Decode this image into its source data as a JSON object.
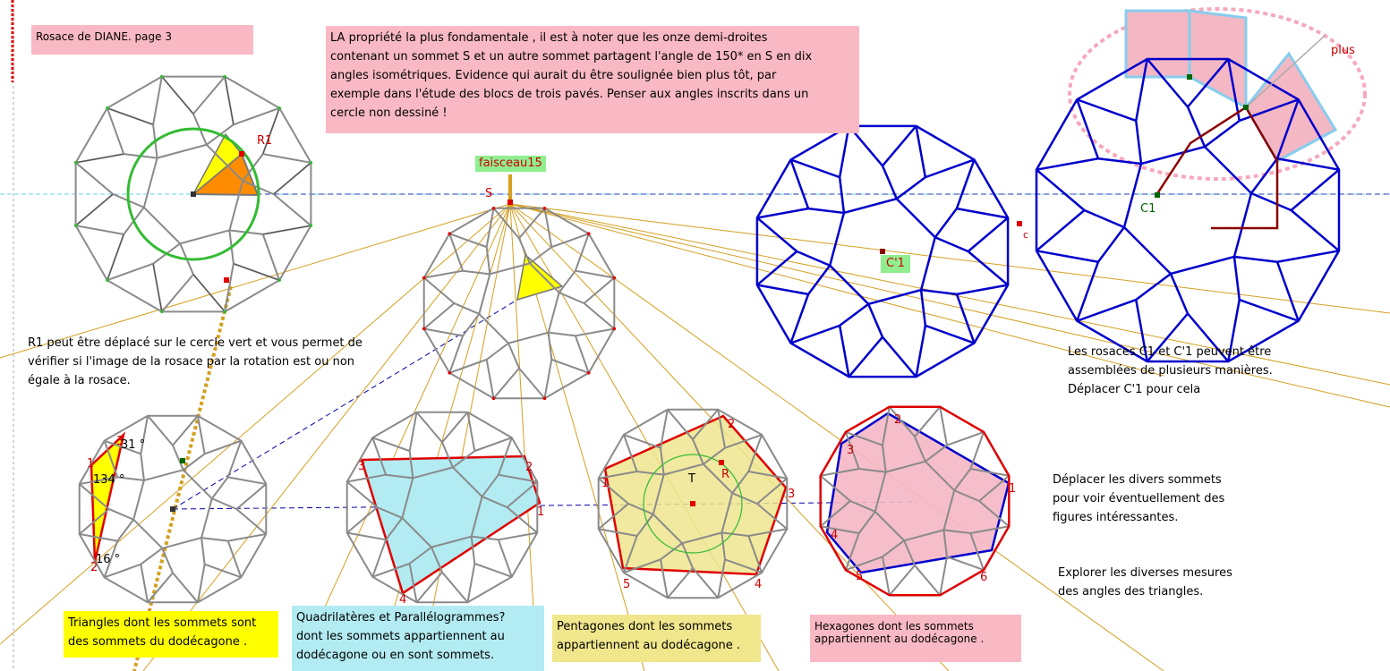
{
  "colors": {
    "note_pink": "#f9b9c4",
    "note_yellow": "#ffff00",
    "note_cyan": "#b2ebf2",
    "note_khaki": "#f0e68c",
    "label_green": "#90ee90",
    "rosace_gray": "#8a8a8a",
    "dodecagon_blue": "#0000cc",
    "polygon_red": "#e00000",
    "circle_green": "#33bb33",
    "ray_gold": "#d4a020",
    "quad_fill": "#b2ebf2",
    "pent_fill": "#ede58e",
    "hex_fill": "#f4b7c4"
  },
  "notes": {
    "title": "Rosace de DIANE. page 3",
    "main": "LA propriété la plus fondamentale , il est à noter que les onze demi-droites\ncontenant un sommet S et un autre sommet partagent l'angle de 150* en S en dix\n angles isométriques. Evidence qui aurait du être soulignée bien plus tôt, par\nexemple dans l'étude des blocs de trois pavés. Penser aux angles inscrits dans un\ncercle non dessiné !",
    "r1": "R1 peut être déplacé sur le cercle vert et vous permet de\nvérifier si l'image de la rosace par la rotation est ou non\négale à la rosace.",
    "assemble": "Les rosaces C1 et C'1 peuvent être\n assemblées de plusieurs manières.\n Déplacer C'1 pour cela",
    "move": "Déplacer les divers sommets\npour voir éventuellement des\nfigures intéressantes.",
    "explore": "Explorer les diverses mesures\n des angles des triangles.",
    "triangles": "Triangles dont les sommets sont\n des sommets du dodécagone .",
    "quads": "Quadrilatères et Parallélogrammes?\ndont les sommets appartiennent au\ndodécagone  ou en sont sommets.",
    "pentagons": "Pentagones dont les sommets\nappartiennent au dodécagone .",
    "hexagons": "Hexagones dont les sommets\nappartiennent au dodécagone ."
  },
  "labels": {
    "faisceau": "faisceau15",
    "s": "S",
    "r1": "R1",
    "c1": "C1",
    "c1prime": "C'1",
    "c": "c",
    "plus": "plus",
    "t": "T",
    "r": "R",
    "angle_a": "31 °",
    "angle_b": "134 °",
    "angle_c": "16 °",
    "tri_v1": "1",
    "tri_v2": "2",
    "tri_v3": "3",
    "quad_v1": "1",
    "quad_v2": "2",
    "quad_v3": "3",
    "quad_v4": "4",
    "pent_v1": "1",
    "pent_v2": "2",
    "pent_v3": "3",
    "pent_v4": "4",
    "pent_v5": "5",
    "hex_v1": "1",
    "hex_v2": "2",
    "hex_v3": "3",
    "hex_v4": "4",
    "hex_v5": "5",
    "hex_v6": "6"
  }
}
